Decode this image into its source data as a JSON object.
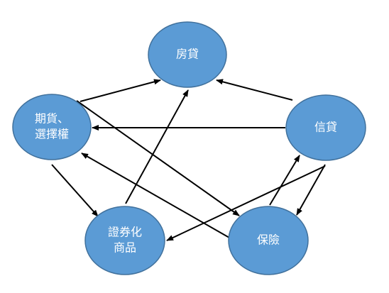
{
  "diagram": {
    "colors": {
      "node_fill": "#5b9bd5",
      "node_stroke": "#41719c",
      "edge": "#000000",
      "label": "#ffffff"
    },
    "nodes": [
      {
        "id": "mortgage",
        "lines": [
          "房貸"
        ]
      },
      {
        "id": "futures",
        "lines": [
          "期貨、",
          "選擇權"
        ]
      },
      {
        "id": "credit",
        "lines": [
          "信貸"
        ]
      },
      {
        "id": "securitized",
        "lines": [
          "證券化",
          "商品"
        ]
      },
      {
        "id": "insurance",
        "lines": [
          "保險"
        ]
      }
    ],
    "edges": [
      {
        "from": "futures",
        "to": "mortgage"
      },
      {
        "from": "credit",
        "to": "mortgage"
      },
      {
        "from": "credit",
        "to": "futures"
      },
      {
        "from": "futures",
        "to": "securitized"
      },
      {
        "from": "futures",
        "to": "insurance"
      },
      {
        "from": "insurance",
        "to": "futures"
      },
      {
        "from": "securitized",
        "to": "mortgage"
      },
      {
        "from": "insurance",
        "to": "credit"
      },
      {
        "from": "credit",
        "to": "securitized"
      },
      {
        "from": "credit",
        "to": "insurance"
      }
    ]
  }
}
